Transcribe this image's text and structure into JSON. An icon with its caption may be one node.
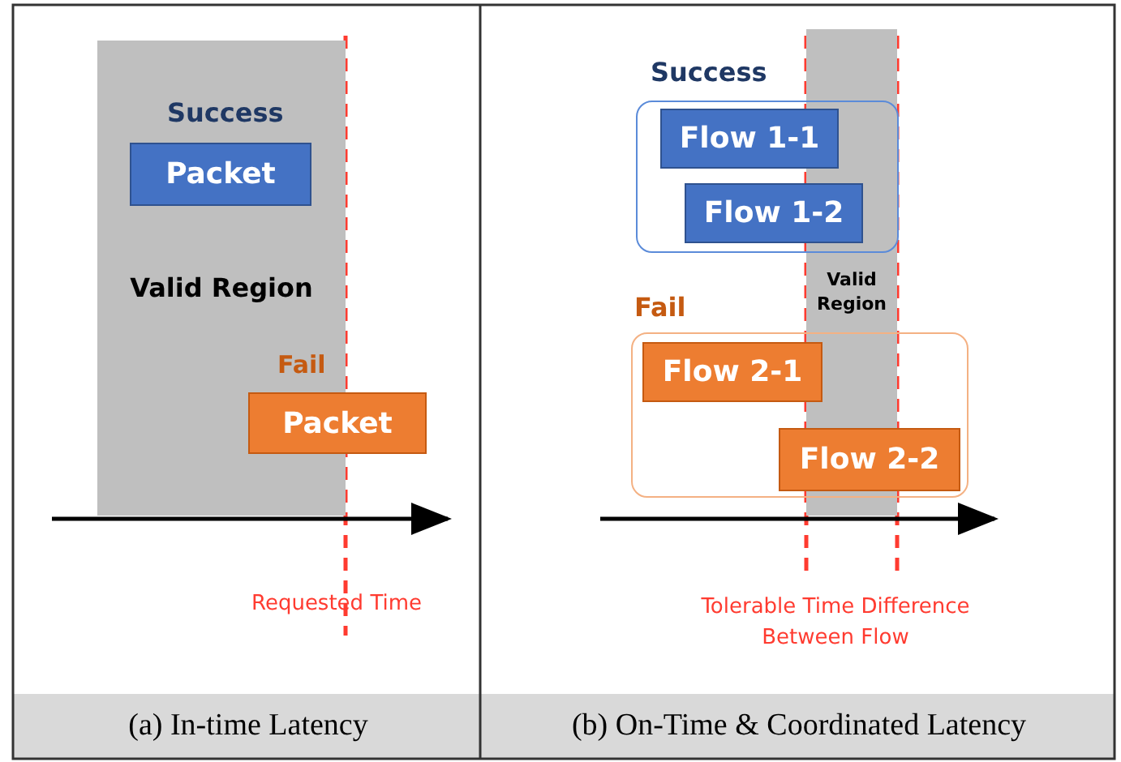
{
  "diagram": {
    "nodes": [
      {
        "text": [
          "Valid Region"
        ]
      },
      {
        "text": [
          "Packet"
        ],
        "in": 0
      },
      {
        "text": [
          "Packet"
        ]
      },
      {
        "text": [
          "Success"
        ]
      },
      {
        "text": [
          "Flow 1-1"
        ],
        "in": 3
      },
      {
        "text": [
          "Flow 1-2"
        ],
        "in": 3
      },
      {
        "text": [
          "Valid Region"
        ]
      },
      {
        "text": [
          "Fail"
        ]
      },
      {
        "text": [
          "Flow 2-1"
        ],
        "in": 7
      },
      {
        "text": [
          "Flow 2-2"
        ],
        "in": 7
      }
    ],
    "edges": [],
    "labels": [
      "Success",
      "Fail",
      "Requested Time",
      "Tolerable Time Difference Between Flow",
      "(a) In-time Latency",
      "(b) On-Time & Coordinated Latency"
    ]
  }
}
